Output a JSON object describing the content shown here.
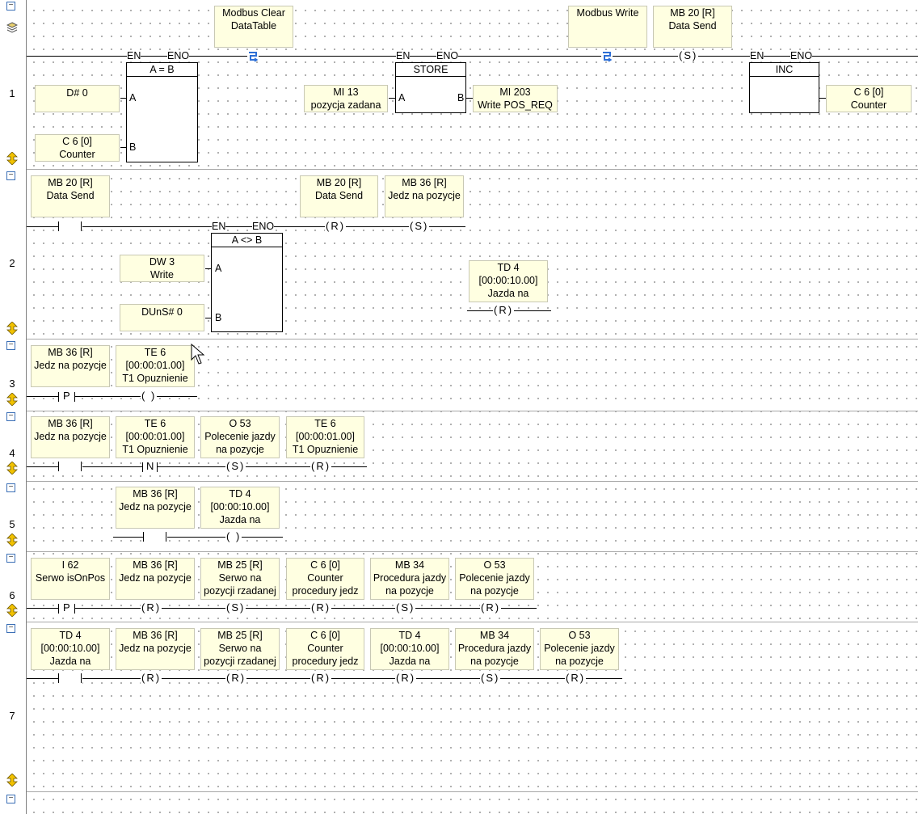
{
  "rung_numbers": [
    "1",
    "2",
    "3",
    "4",
    "5",
    "6",
    "7"
  ],
  "icons": {
    "collapse": "collapse-minus-icon",
    "expand": "vertical-resize-icon",
    "modbus": "modbus-block-icon",
    "layers": "layers-icon",
    "cursor": "mouse-pointer-icon"
  },
  "fb_labels": {
    "en": "EN",
    "eno": "ENO"
  },
  "rung1": {
    "modbus_clear": [
      "Modbus Clear",
      "DataTable"
    ],
    "modbus_write": [
      "Modbus Write"
    ],
    "set_coil_var": [
      "MB 20 [R]",
      "Data Send"
    ],
    "set_coil": "(S)",
    "cmp_title": "A = B",
    "cmp_in_a": [
      "D# 0"
    ],
    "cmp_in_b": [
      "C 6 [0]",
      "Counter"
    ],
    "store_title": "STORE",
    "store_in_a": [
      "MI 13",
      "pozycja zadana"
    ],
    "store_out_b": [
      "MI 203",
      "Write POS_REQ"
    ],
    "inc_title": "INC",
    "inc_out": [
      "C 6 [0]",
      "Counter"
    ],
    "pin_a": "A",
    "pin_b": "B"
  },
  "rung2": {
    "contact_var": [
      "MB 20 [R]",
      "Data Send"
    ],
    "cmp_title": "A <> B",
    "in_a": [
      "DW 3",
      "Write"
    ],
    "in_b": [
      "DUnS# 0"
    ],
    "coil1_var": [
      "MB 20 [R]",
      "Data Send"
    ],
    "coil1": "(R)",
    "coil2_var": [
      "MB 36 [R]",
      "Jedz na pozycje"
    ],
    "coil2": "(S)",
    "coil3_var": [
      "TD 4",
      "[00:00:10.00]",
      "Jazda na"
    ],
    "coil3": "(R)"
  },
  "rung3": {
    "contact_var": [
      "MB 36 [R]",
      "Jedz na pozycje"
    ],
    "contact": "P",
    "coil_var": [
      "TE 6",
      "[00:00:01.00]",
      "T1 Opuznienie"
    ],
    "coil": "( )"
  },
  "rung4": {
    "c1_var": [
      "MB 36 [R]",
      "Jedz na pozycje"
    ],
    "c2_var": [
      "TE 6",
      "[00:00:01.00]",
      "T1 Opuznienie"
    ],
    "c2": "N",
    "coil1_var": [
      "O 53",
      "Polecenie jazdy",
      "na pozycje"
    ],
    "coil1": "(S)",
    "coil2_var": [
      "TE 6",
      "[00:00:01.00]",
      "T1 Opuznienie"
    ],
    "coil2": "(R)"
  },
  "rung5": {
    "c1_var": [
      "MB 36 [R]",
      "Jedz na pozycje"
    ],
    "coil_var": [
      "TD 4",
      "[00:00:10.00]",
      "Jazda na"
    ],
    "coil": "( )"
  },
  "rung6": {
    "c1_var": [
      "I 62",
      "Serwo isOnPos"
    ],
    "c1": "P",
    "coils": [
      {
        "var": [
          "MB 36 [R]",
          "Jedz na pozycje"
        ],
        "sym": "(R)"
      },
      {
        "var": [
          "MB 25 [R]",
          "Serwo na",
          "pozycji rzadanej"
        ],
        "sym": "(S)"
      },
      {
        "var": [
          "C 6 [0]",
          "Counter",
          "procedury jedz"
        ],
        "sym": "(R)"
      },
      {
        "var": [
          "MB 34",
          "Procedura jazdy",
          "na pozycje"
        ],
        "sym": "(S)"
      },
      {
        "var": [
          "O 53",
          "Polecenie jazdy",
          "na pozycje"
        ],
        "sym": "(R)"
      }
    ]
  },
  "rung7": {
    "c1_var": [
      "TD 4",
      "[00:00:10.00]",
      "Jazda na"
    ],
    "coils": [
      {
        "var": [
          "MB 36 [R]",
          "Jedz na pozycje"
        ],
        "sym": "(R)"
      },
      {
        "var": [
          "MB 25 [R]",
          "Serwo na",
          "pozycji rzadanej"
        ],
        "sym": "(R)"
      },
      {
        "var": [
          "C 6 [0]",
          "Counter",
          "procedury jedz"
        ],
        "sym": "(R)"
      },
      {
        "var": [
          "TD 4",
          "[00:00:10.00]",
          "Jazda na"
        ],
        "sym": "(R)"
      },
      {
        "var": [
          "MB 34",
          "Procedura jazdy",
          "na pozycje"
        ],
        "sym": "(S)"
      },
      {
        "var": [
          "O 53",
          "Polecenie jazdy",
          "na pozycje"
        ],
        "sym": "(R)"
      }
    ]
  }
}
